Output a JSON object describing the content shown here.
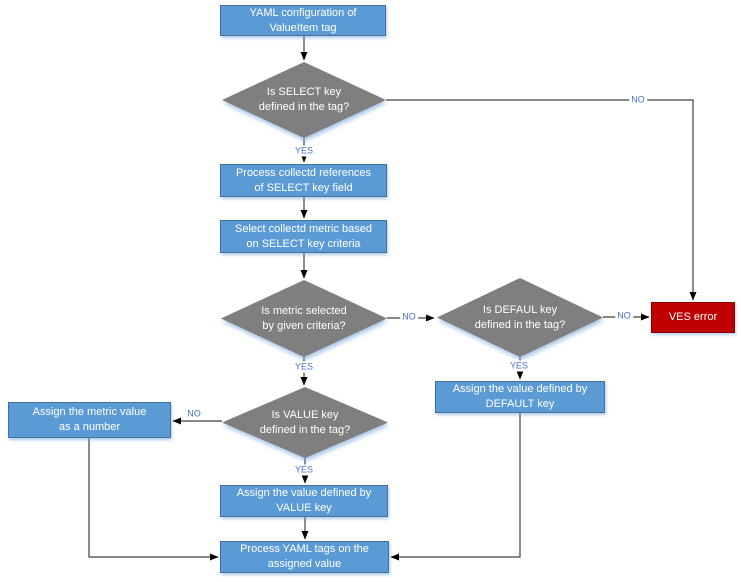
{
  "nodes": {
    "start": {
      "type": "process",
      "label": "YAML configuration of\nValueItem tag"
    },
    "d1": {
      "type": "decision",
      "label": "Is SELECT key\ndefined in the tag?"
    },
    "p1": {
      "type": "process",
      "label": "Process collectd references\nof SELECT key field"
    },
    "p2": {
      "type": "process",
      "label": "Select collectd metric based\non SELECT key criteria"
    },
    "d2": {
      "type": "decision",
      "label": "Is metric selected\nby given criteria?"
    },
    "d3": {
      "type": "decision",
      "label": "Is DEFAUL key\ndefined in the tag?"
    },
    "err": {
      "type": "error",
      "label": "VES error"
    },
    "p_default": {
      "type": "process",
      "label": "Assign the value defined by\nDEFAULT key"
    },
    "d4": {
      "type": "decision",
      "label": "Is VALUE key\ndefined in the tag?"
    },
    "p_metric": {
      "type": "process",
      "label": "Assign the metric value\nas a number"
    },
    "p_value": {
      "type": "process",
      "label": "Assign the value defined by\nVALUE key"
    },
    "p_yaml": {
      "type": "process",
      "label": "Process YAML tags on the\nassigned value"
    }
  },
  "edge_labels": {
    "d1_yes": "YES",
    "d1_no": "NO",
    "d2_yes": "YES",
    "d2_no": "NO",
    "d3_yes": "YES",
    "d3_no": "NO",
    "d4_yes": "YES",
    "d4_no": "NO"
  },
  "colors": {
    "process_fill": "#5B9BD5",
    "process_border": "#41719C",
    "decision_fill": "#7F7F7F",
    "error_fill": "#C00000",
    "error_border": "#900000",
    "connector": "#404040",
    "arrowhead": "#000000",
    "edge_label_text": "#4472C4",
    "shadow_glow": "#78AAE1"
  }
}
